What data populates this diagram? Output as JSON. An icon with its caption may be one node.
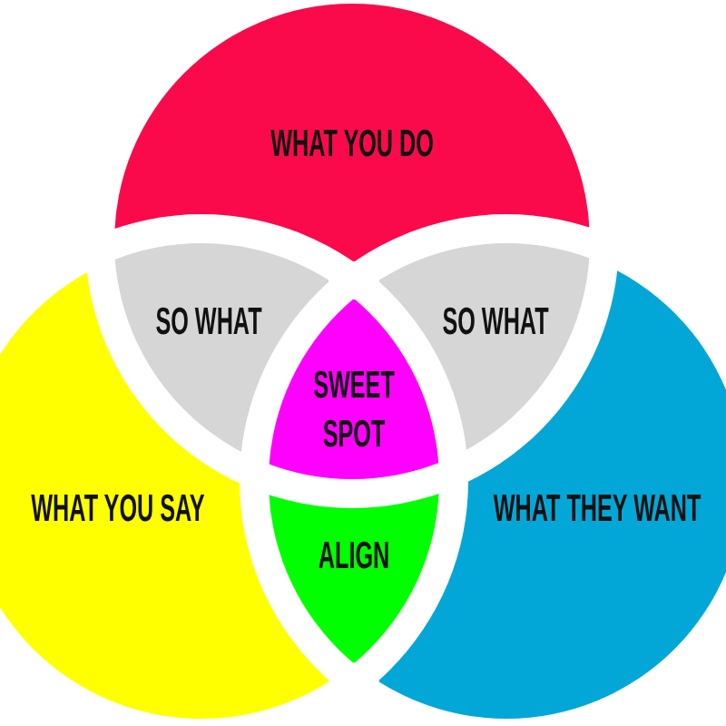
{
  "diagram": {
    "nodes": [
      {
        "text": [
          "WHAT YOU DO"
        ]
      },
      {
        "text": [
          "SO WHAT"
        ]
      },
      {
        "text": [
          "SO WHAT"
        ]
      },
      {
        "text": [
          "SWEET SPOT"
        ]
      },
      {
        "text": [
          "WHAT YOU SAY"
        ]
      },
      {
        "text": [
          "WHAT THEY WANT"
        ]
      },
      {
        "text": [
          "ALIGN"
        ]
      }
    ]
  }
}
